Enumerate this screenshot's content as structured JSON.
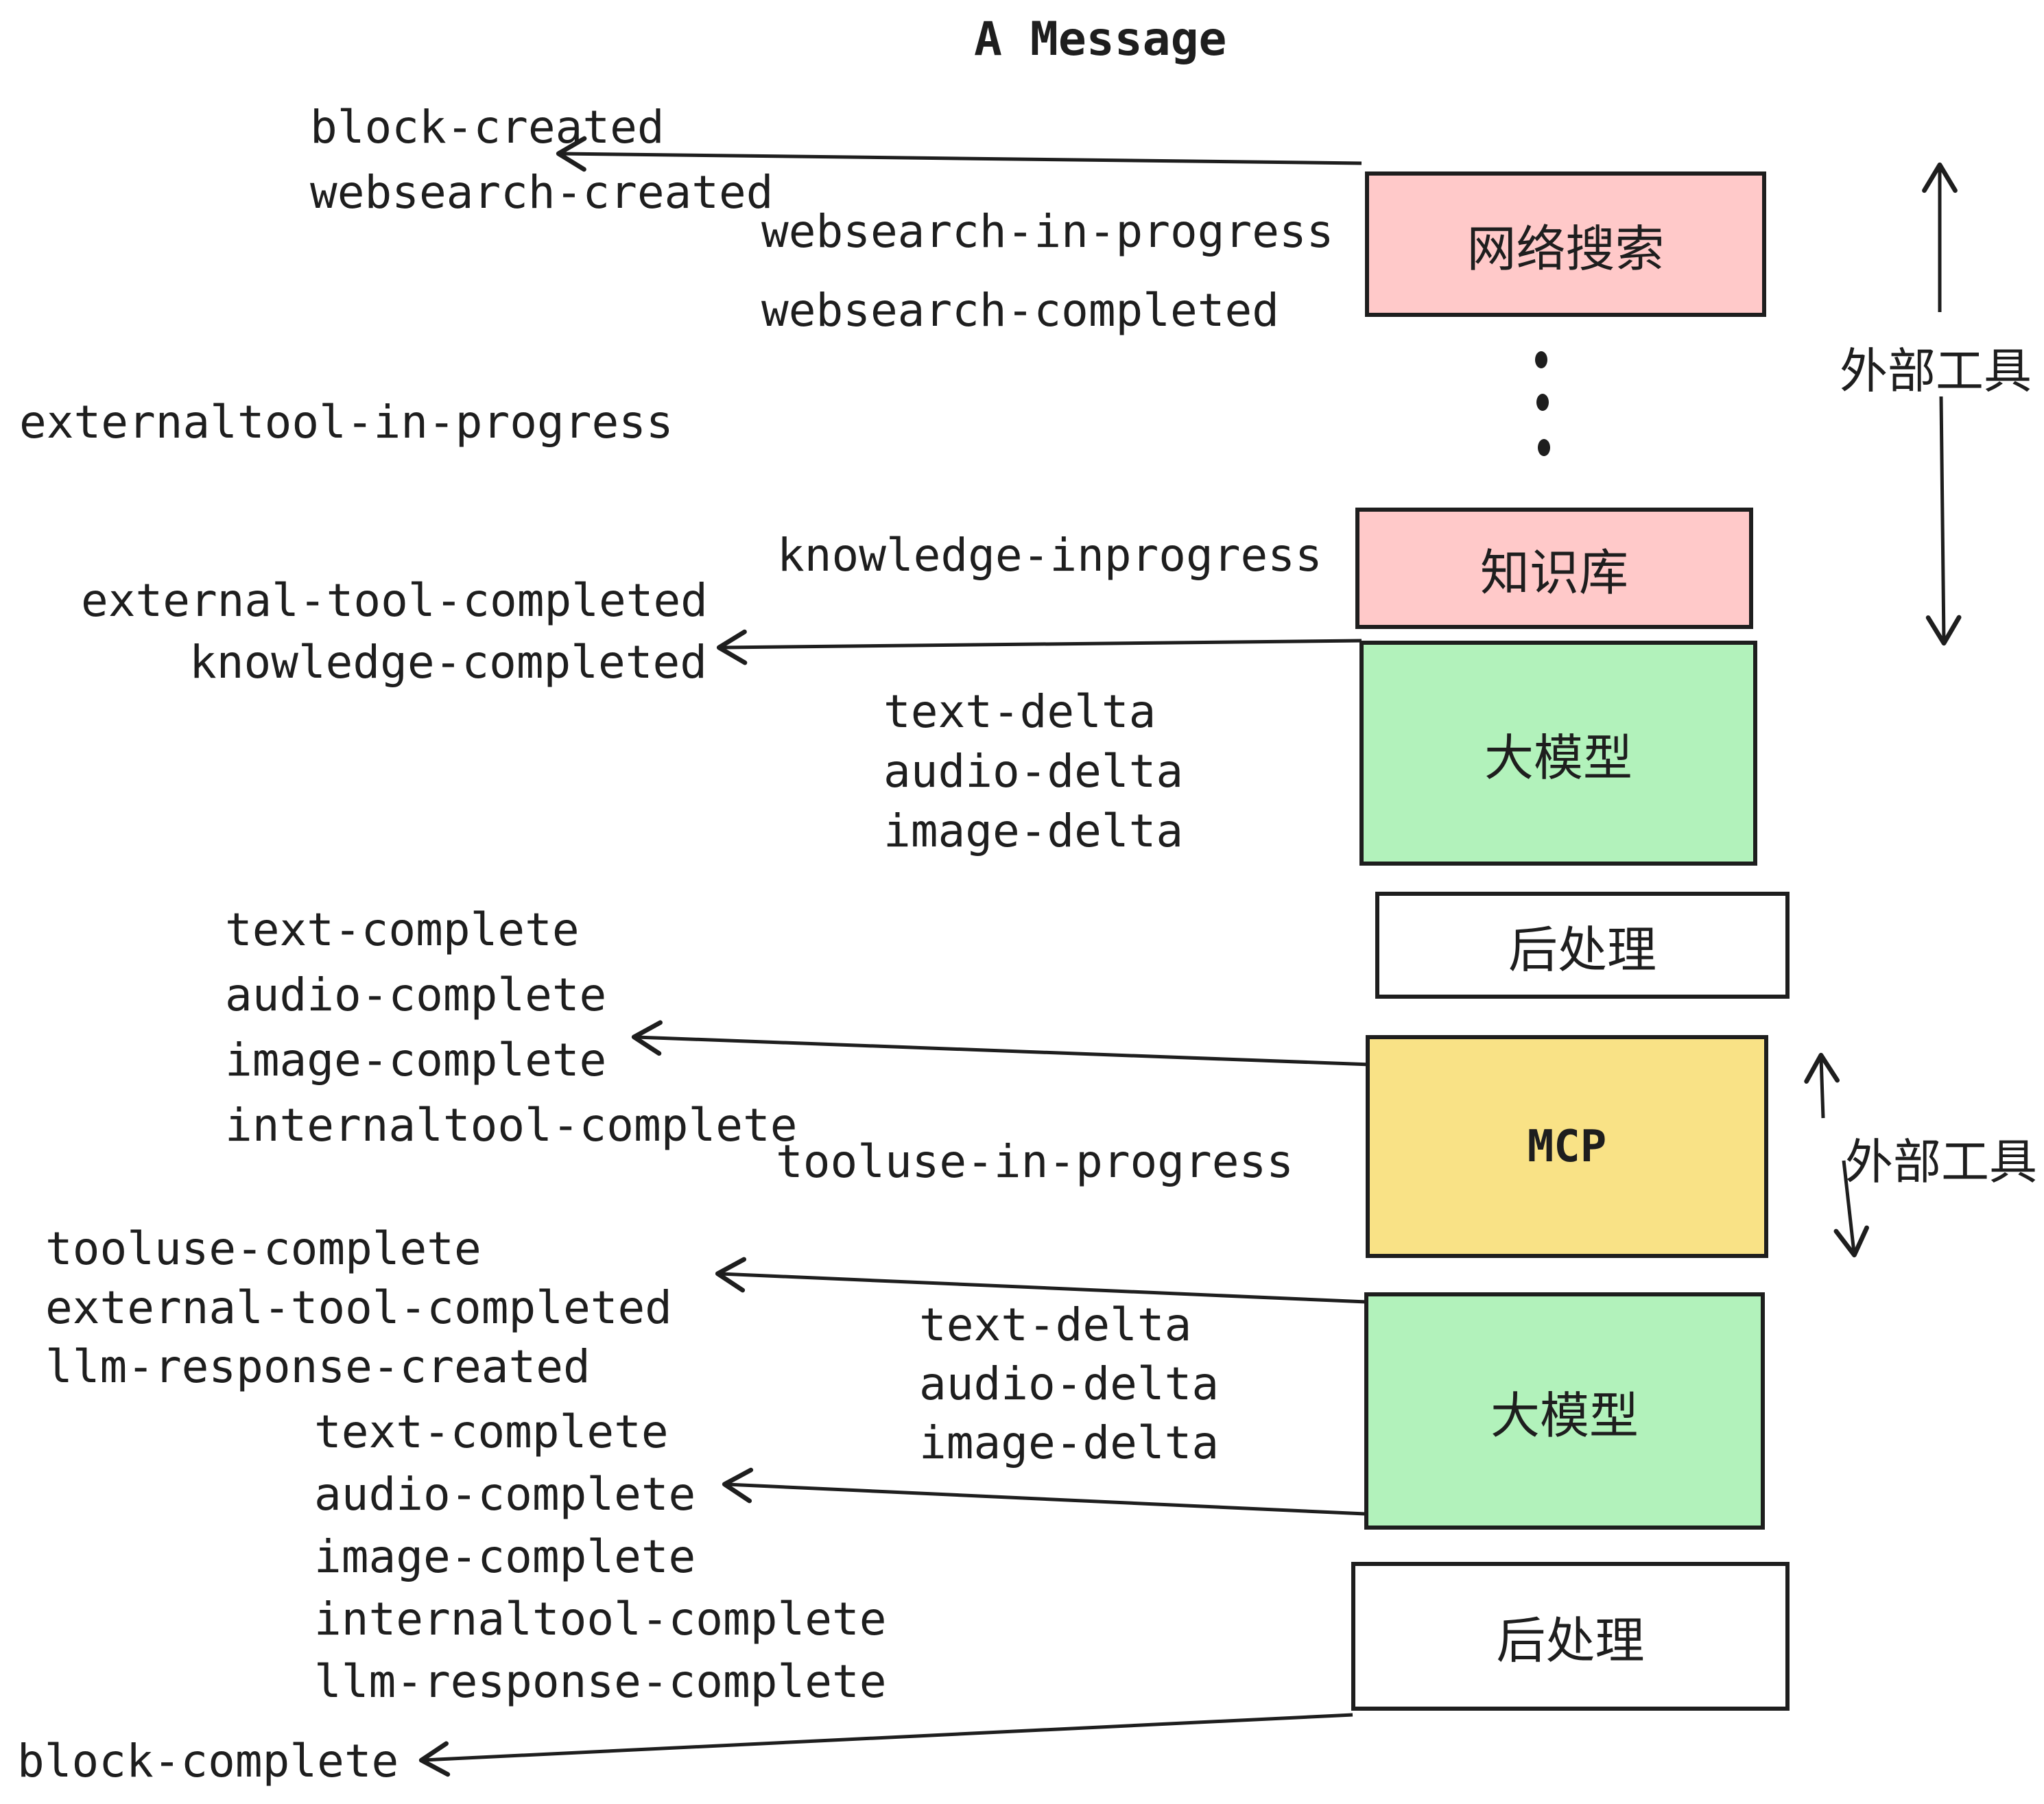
{
  "title": "A Message",
  "colors": {
    "pink": "#ffc9c9",
    "green": "#b2f2bb",
    "yellow": "#f9e286",
    "white": "#ffffff",
    "stroke": "#1e1e1e"
  },
  "boxes": [
    {
      "id": "websearch",
      "label": "网络搜索",
      "color": "pink"
    },
    {
      "id": "knowledge",
      "label": "知识库",
      "color": "pink"
    },
    {
      "id": "llm1",
      "label": "大模型",
      "color": "green"
    },
    {
      "id": "post1",
      "label": "后处理",
      "color": "white"
    },
    {
      "id": "mcp",
      "label": "MCP",
      "color": "yellow"
    },
    {
      "id": "llm2",
      "label": "大模型",
      "color": "green"
    },
    {
      "id": "post2",
      "label": "后处理",
      "color": "white"
    }
  ],
  "side_labels": [
    {
      "text": "外部工具"
    },
    {
      "text": "外部工具"
    }
  ],
  "events": [
    {
      "text": "block-created"
    },
    {
      "text": "websearch-created"
    },
    {
      "text": "websearch-in-progress"
    },
    {
      "text": "websearch-completed"
    },
    {
      "text": "externaltool-in-progress"
    },
    {
      "text": "knowledge-inprogress"
    },
    {
      "text": "external-tool-completed"
    },
    {
      "text": "knowledge-completed"
    },
    {
      "text": "text-delta"
    },
    {
      "text": "audio-delta"
    },
    {
      "text": "image-delta"
    },
    {
      "text": "text-complete"
    },
    {
      "text": "audio-complete"
    },
    {
      "text": "image-complete"
    },
    {
      "text": "internaltool-complete"
    },
    {
      "text": "tooluse-in-progress"
    },
    {
      "text": "tooluse-complete"
    },
    {
      "text": "external-tool-completed"
    },
    {
      "text": "llm-response-created"
    },
    {
      "text": "text-delta"
    },
    {
      "text": "audio-delta"
    },
    {
      "text": "image-delta"
    },
    {
      "text": "text-complete"
    },
    {
      "text": "audio-complete"
    },
    {
      "text": "image-complete"
    },
    {
      "text": "internaltool-complete"
    },
    {
      "text": "llm-response-complete"
    },
    {
      "text": "block-complete"
    }
  ]
}
